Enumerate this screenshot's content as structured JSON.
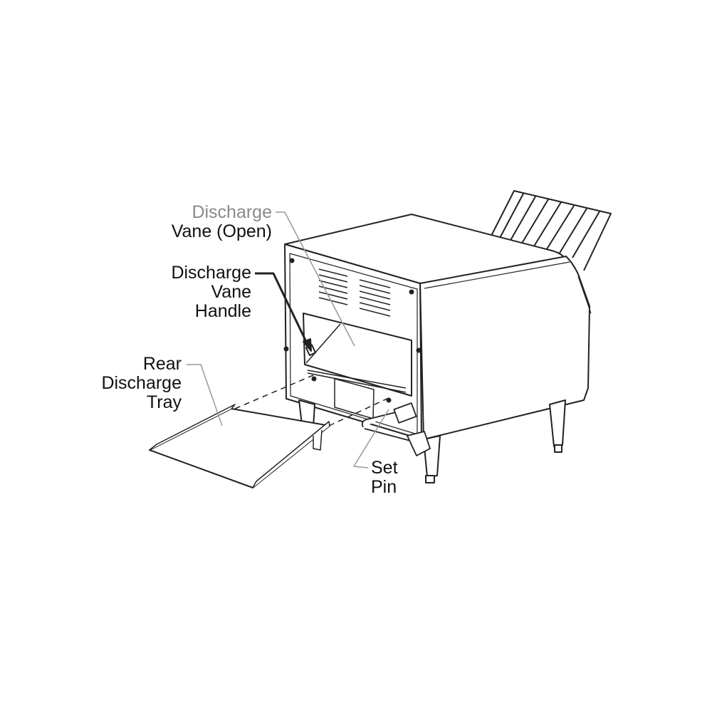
{
  "labels": {
    "discharge_vane_open": {
      "line1": "Discharge",
      "line2": "Vane (Open)"
    },
    "discharge_vane_handle": {
      "line1": "Discharge",
      "line2": "Vane",
      "line3": "Handle"
    },
    "rear_discharge_tray": {
      "line1": "Rear",
      "line2": "Discharge",
      "line3": "Tray"
    },
    "set_pin": {
      "line1": "Set",
      "line2": "Pin"
    }
  },
  "colors": {
    "line": "#222222",
    "leader_gray": "#999999",
    "background": "#ffffff"
  }
}
